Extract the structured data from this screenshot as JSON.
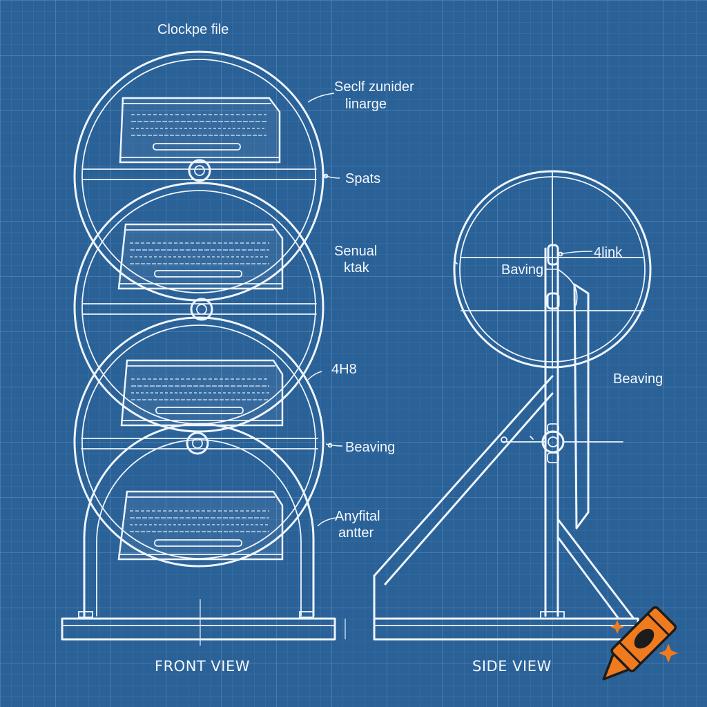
{
  "colors": {
    "paper": "#2a6197",
    "grid_minor": "#4277ab",
    "grid_major": "#5688ba",
    "ink": "#eef5ff",
    "crayon": "#f07a1e"
  },
  "labels": {
    "top": "Clockpe file",
    "callout_1_line_1": "Seclf zunider",
    "callout_1_line_2": "linarge",
    "callout_2": "Spats",
    "callout_3_line_1": "Senual",
    "callout_3_line_2": "ktak",
    "callout_4": "4H8",
    "callout_5": "Beaving",
    "callout_6_line_1": "Anyfital",
    "callout_6_line_2": "antter",
    "side_link": "4link",
    "side_beaving_1": "Baving",
    "side_beaving_2": "Beaving"
  },
  "views": {
    "front": "FRONT VIEW",
    "side": "SIDE VIEW"
  },
  "icons": {
    "watermark": "crayon-icon"
  }
}
